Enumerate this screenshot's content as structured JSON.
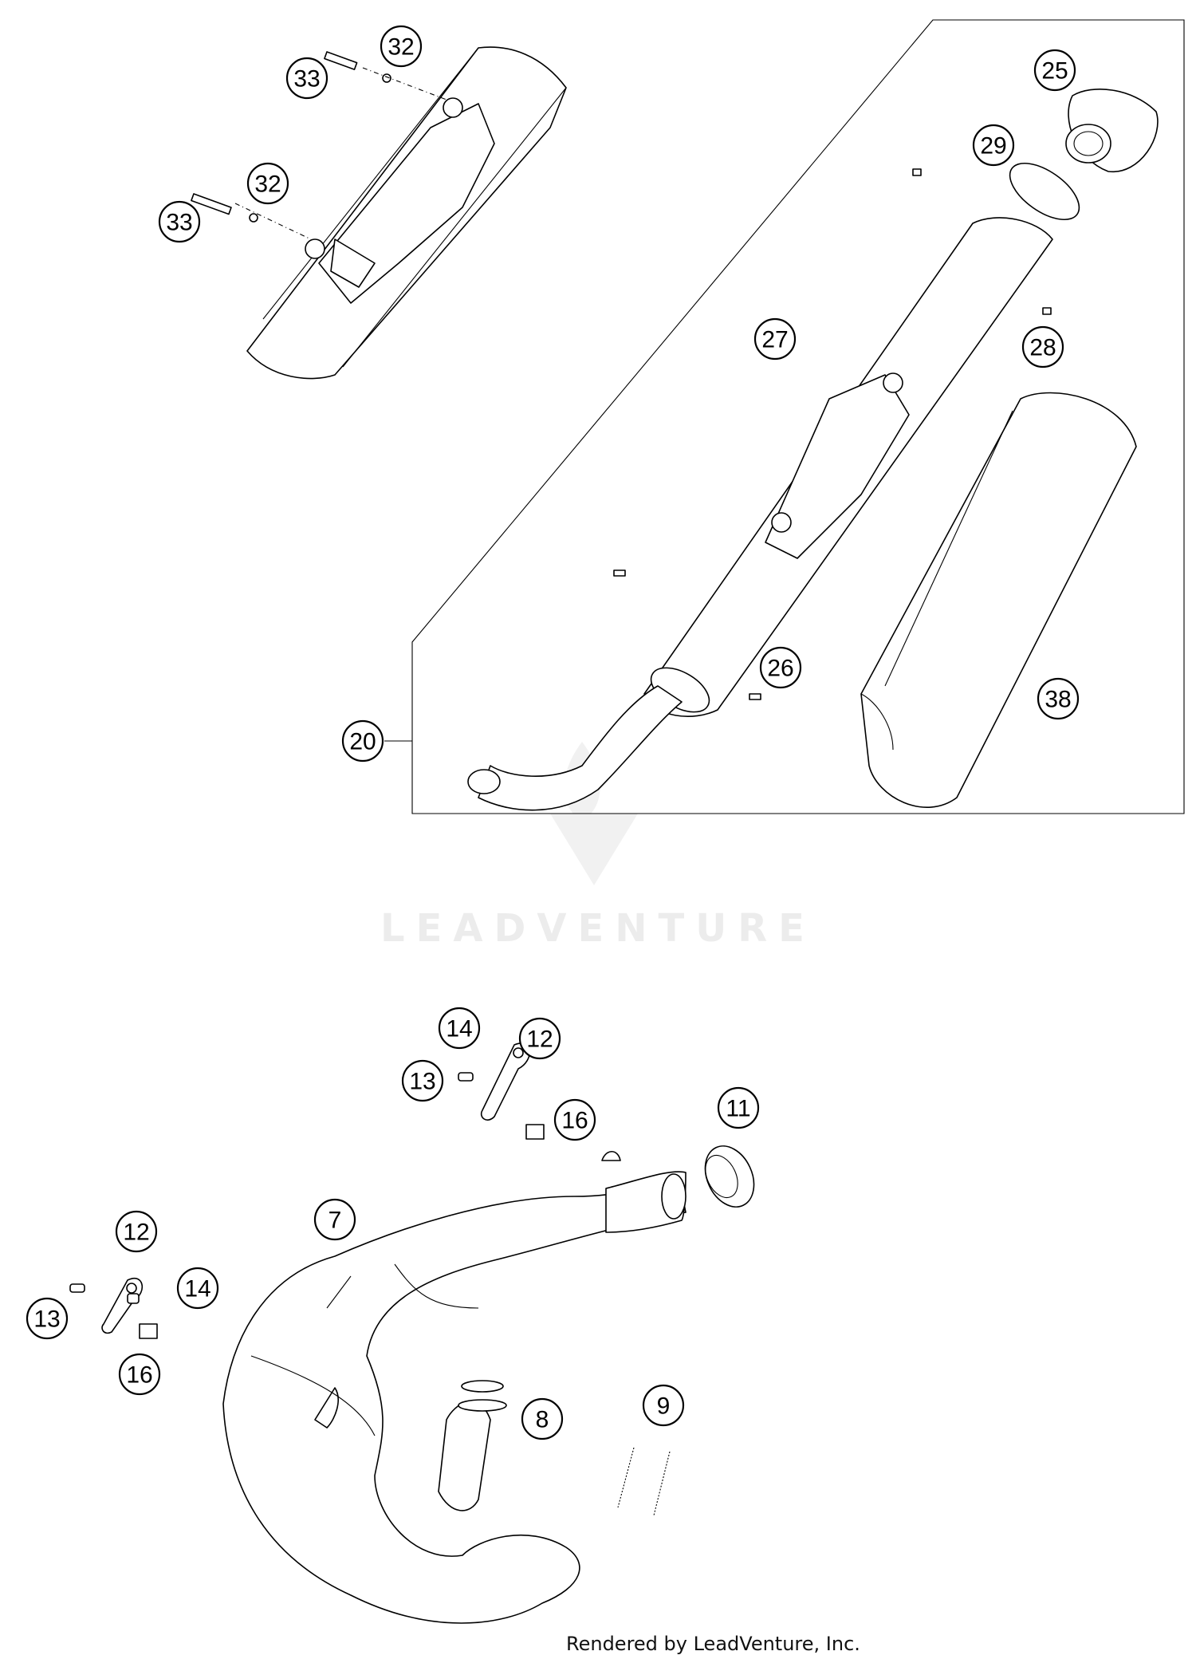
{
  "callouts": [
    {
      "id": "c-32-top",
      "label": "32"
    },
    {
      "id": "c-33-top",
      "label": "33"
    },
    {
      "id": "c-32-mid",
      "label": "32"
    },
    {
      "id": "c-33-mid",
      "label": "33"
    },
    {
      "id": "c-25",
      "label": "25"
    },
    {
      "id": "c-29",
      "label": "29"
    },
    {
      "id": "c-27",
      "label": "27"
    },
    {
      "id": "c-28",
      "label": "28"
    },
    {
      "id": "c-26",
      "label": "26"
    },
    {
      "id": "c-38",
      "label": "38"
    },
    {
      "id": "c-20",
      "label": "20"
    },
    {
      "id": "c-14-top",
      "label": "14"
    },
    {
      "id": "c-12-top",
      "label": "12"
    },
    {
      "id": "c-13-top",
      "label": "13"
    },
    {
      "id": "c-16-top",
      "label": "16"
    },
    {
      "id": "c-11",
      "label": "11"
    },
    {
      "id": "c-7",
      "label": "7"
    },
    {
      "id": "c-12-left",
      "label": "12"
    },
    {
      "id": "c-14-left",
      "label": "14"
    },
    {
      "id": "c-13-left",
      "label": "13"
    },
    {
      "id": "c-16-left",
      "label": "16"
    },
    {
      "id": "c-8",
      "label": "8"
    },
    {
      "id": "c-9",
      "label": "9"
    }
  ],
  "watermark": {
    "text": "LEADVENTURE"
  },
  "credit": "Rendered by LeadVenture, Inc."
}
